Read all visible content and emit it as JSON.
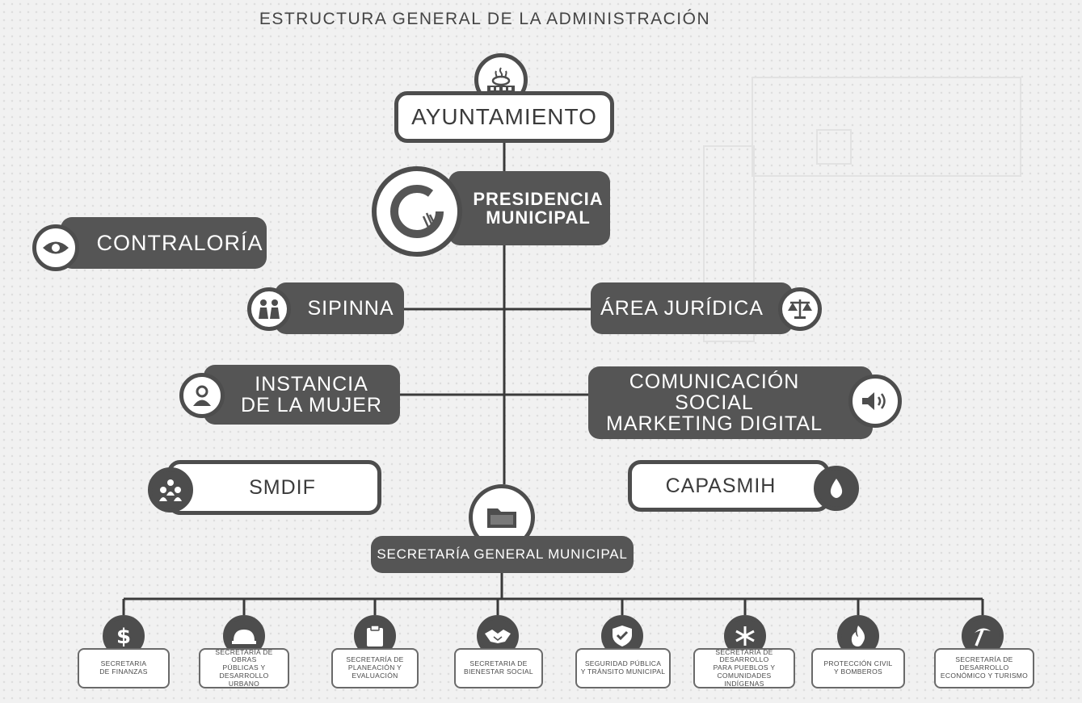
{
  "title": "ESTRUCTURA GENERAL DE LA ADMINISTRACIÓN",
  "top": {
    "ayuntamiento": "AYUNTAMIENTO",
    "presidencia_line1": "PRESIDENCIA",
    "presidencia_line2": "MUNICIPAL"
  },
  "left": {
    "contraloria": "CONTRALORÍA",
    "sipinna": "SIPINNA",
    "instancia_line1": "INSTANCIA",
    "instancia_line2": "DE LA MUJER",
    "smdif": "SMDIF"
  },
  "right": {
    "juridica": "ÁREA JURÍDICA",
    "comunicacion_line1": "COMUNICACIÓN SOCIAL",
    "comunicacion_line2": "MARKETING DIGITAL",
    "capasmih": "CAPASMIH"
  },
  "secretaria_general": "SECRETARÍA GENERAL MUNICIPAL",
  "secretarias": [
    {
      "line1": "SECRETARIA",
      "line2": "DE FINANZAS",
      "line3": "",
      "icon": "dollar-icon"
    },
    {
      "line1": "SECRETARÍA DE OBRAS",
      "line2": "PÚBLICAS Y DESARROLLO",
      "line3": "URBANO",
      "icon": "hardhat-icon"
    },
    {
      "line1": "SECRETARÍA DE",
      "line2": "PLANEACIÓN Y EVALUACIÓN",
      "line3": "",
      "icon": "clipboard-icon"
    },
    {
      "line1": "SECRETARIA DE",
      "line2": "BIENESTAR SOCIAL",
      "line3": "",
      "icon": "handshake-icon"
    },
    {
      "line1": "SEGURIDAD PÚBLICA",
      "line2": "Y TRÁNSITO MUNICIPAL",
      "line3": "",
      "icon": "shield-icon"
    },
    {
      "line1": "SECRETARÍA DE DESARROLLO",
      "line2": "PARA PUEBLOS Y",
      "line3": "COMUNIDADES INDÍGENAS",
      "icon": "snowflake-icon"
    },
    {
      "line1": "PROTECCIÓN CIVIL",
      "line2": "Y BOMBEROS",
      "line3": "",
      "icon": "flame-icon"
    },
    {
      "line1": "SECRETARÍA DE DESARROLLO",
      "line2": "ECONÓMICO Y TURISMO",
      "line3": "",
      "icon": "pickaxe-icon"
    }
  ],
  "colors": {
    "dark_box": "#555555",
    "border": "#4d4d4d",
    "line": "#3a3a3a"
  }
}
